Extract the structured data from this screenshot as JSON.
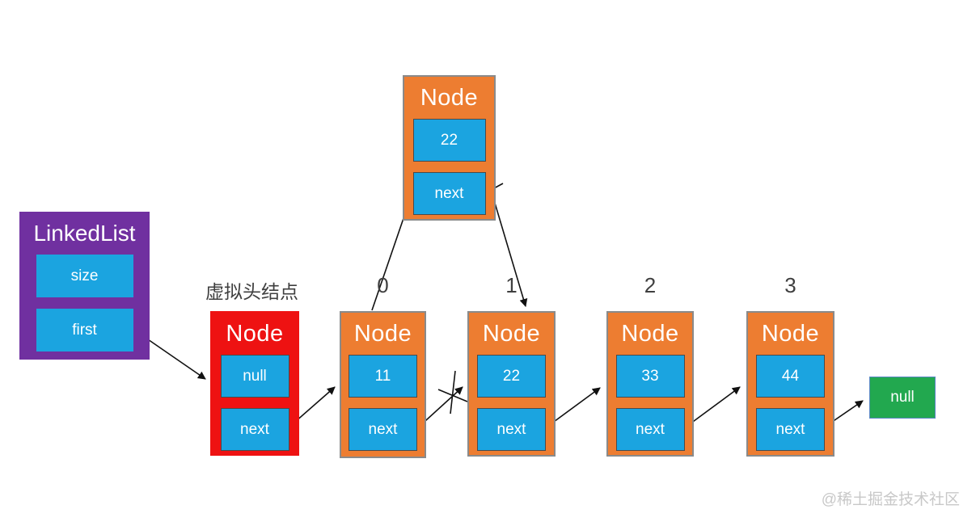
{
  "diagram": {
    "linkedlist": {
      "title": "LinkedList",
      "fields": [
        "size",
        "first"
      ]
    },
    "dummy_label": "虚拟头结点",
    "dummy_node": {
      "title": "Node",
      "value": "null",
      "next_label": "next"
    },
    "floating_node": {
      "title": "Node",
      "value": "22",
      "next_label": "next"
    },
    "nodes": [
      {
        "index": "0",
        "title": "Node",
        "value": "11",
        "next_label": "next"
      },
      {
        "index": "1",
        "title": "Node",
        "value": "22",
        "next_label": "next"
      },
      {
        "index": "2",
        "title": "Node",
        "value": "33",
        "next_label": "next"
      },
      {
        "index": "3",
        "title": "Node",
        "value": "44",
        "next_label": "next"
      }
    ],
    "null_terminator": "null",
    "watermark": "@稀土掘金技术社区",
    "colors": {
      "purple": "#7030A0",
      "orange": "#ED7D31",
      "blue": "#1BA4E0",
      "red": "#EE1212",
      "green": "#22A84F",
      "arrow": "#111111",
      "label": "#3F3F3F",
      "watermark_color": "#C8C8C8"
    }
  }
}
